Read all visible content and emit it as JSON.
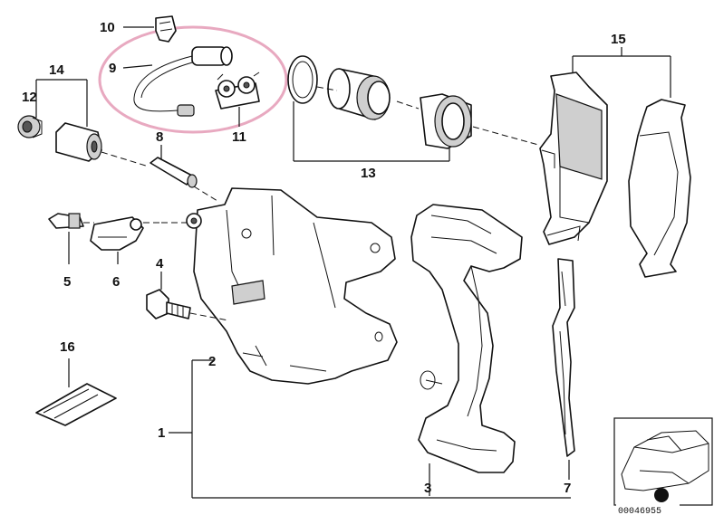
{
  "callouts": {
    "c1": "1",
    "c2": "2",
    "c3": "3",
    "c4": "4",
    "c5": "5",
    "c6": "6",
    "c7": "7",
    "c8": "8",
    "c9": "9",
    "c10": "10",
    "c11": "11",
    "c12": "12",
    "c13": "13",
    "c14": "14",
    "c15": "15",
    "c16": "16"
  },
  "highlight_color": "#e8a9c0",
  "thumbnail": {
    "ref_number": "00046955"
  }
}
